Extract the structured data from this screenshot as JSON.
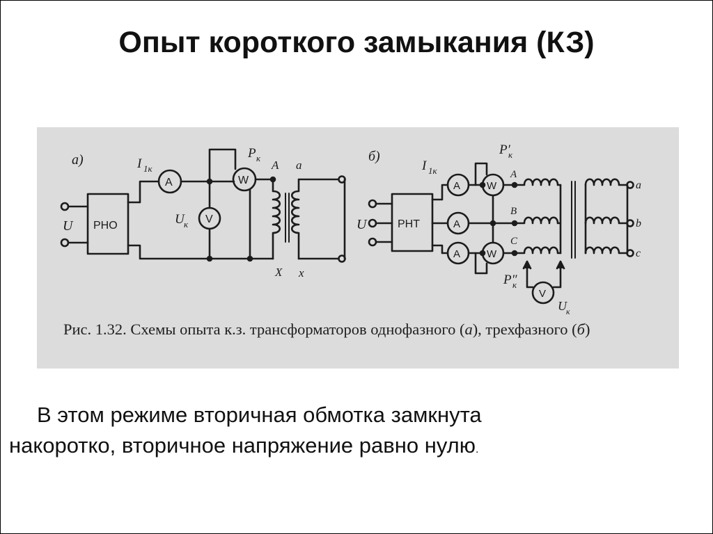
{
  "slide": {
    "title": "Опыт короткого замыкания (КЗ)",
    "figure": {
      "labels": {
        "panel_a": "а)",
        "panel_b": "б)",
        "u": "U",
        "i1k": "I",
        "i1k_sub": "1к",
        "pk": "P",
        "pk_sub": "к",
        "pk1": "P′",
        "pk1_sub": "к",
        "pk2": "P″",
        "pk2_sub": "к",
        "uk": "U",
        "uk_sub": "к",
        "rno": "РНО",
        "rnt": "РНТ",
        "ammeter": "A",
        "voltmeter": "V",
        "wattmeter": "W",
        "term_A": "A",
        "term_a": "a",
        "term_X": "X",
        "term_x": "x",
        "term_B": "B",
        "term_C": "C",
        "term_b": "b",
        "term_c": "c"
      },
      "caption_main": "Рис. 1.32. Схемы опыта к.з. трансформаторов однофазного (",
      "caption_a": "а",
      "caption_mid": "), трехфазного (",
      "caption_b": "б",
      "caption_end": ")"
    },
    "body_line1": "В этом режиме вторичная обмотка замкнута",
    "body_line2": "накоротко, вторичное напряжение равно нулю",
    "body_dot": "."
  }
}
